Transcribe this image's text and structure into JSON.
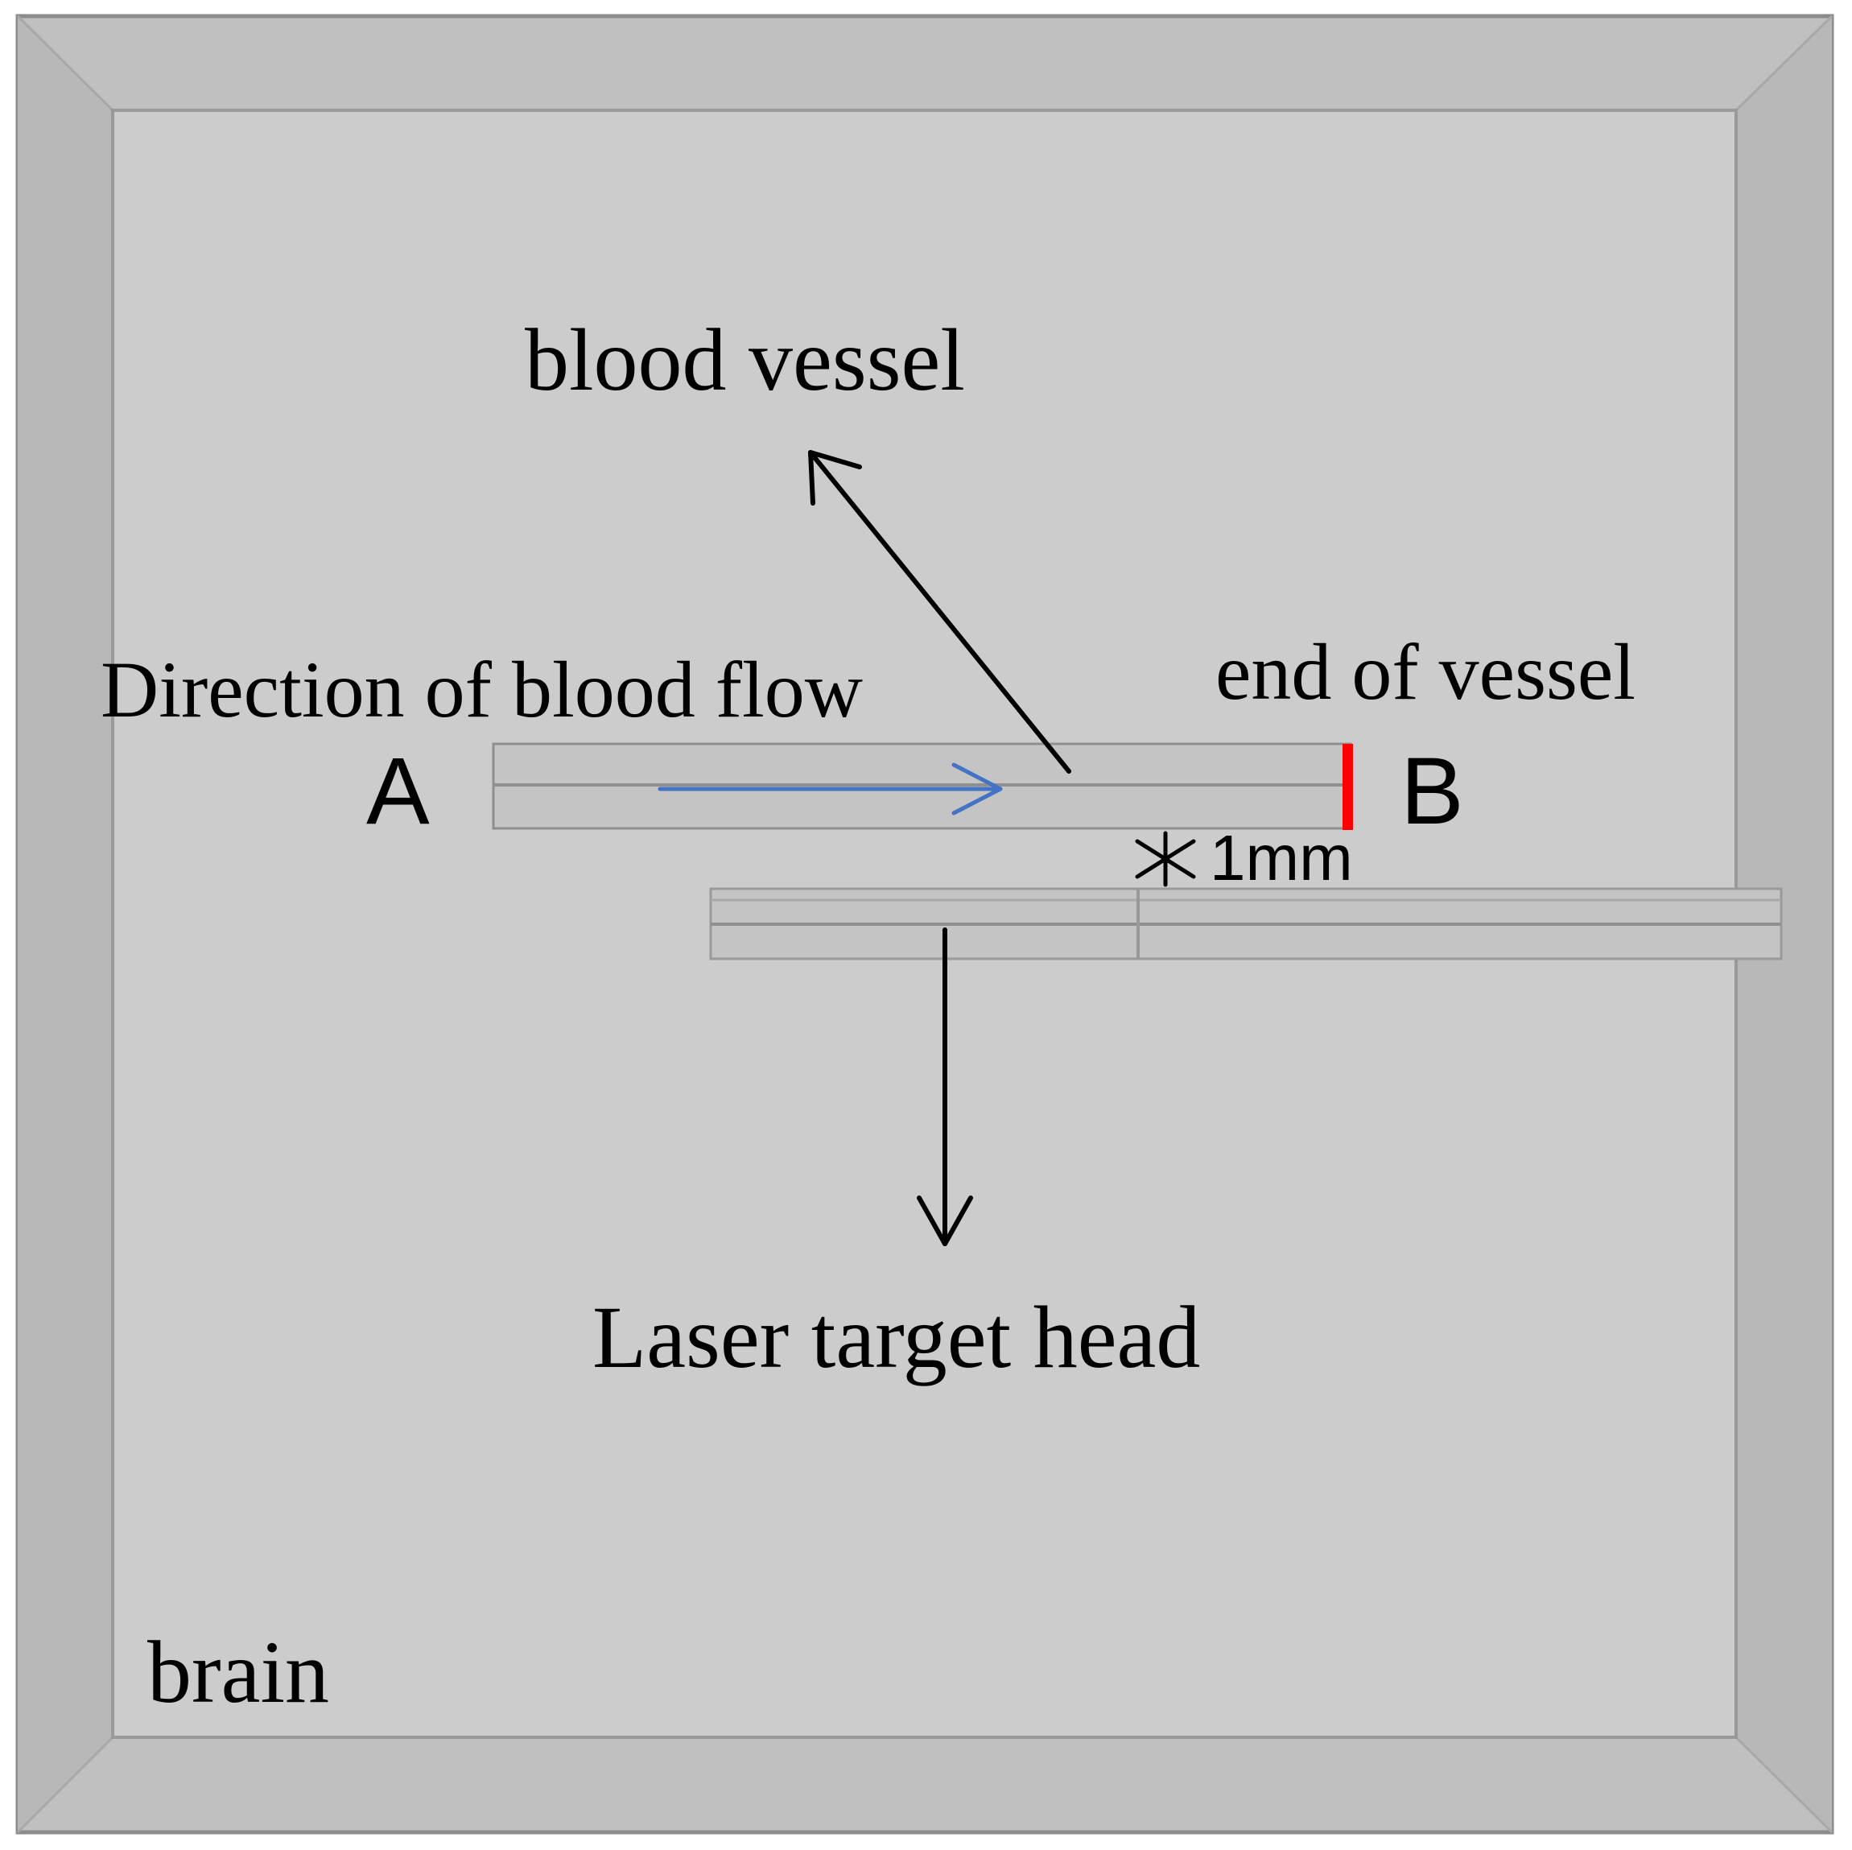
{
  "labels": {
    "blood_vessel": "blood vessel",
    "direction_of_flow": "Direction of blood flow",
    "end_of_vessel": "end of vessel",
    "point_a": "A",
    "point_b": "B",
    "gap": "1mm",
    "laser_head": "Laser target head",
    "brain": "brain"
  },
  "colors": {
    "frame_outer": "#c0c0c0",
    "frame_side": "#b8b8b8",
    "interior": "#cccccc",
    "tube_fill": "#c4c4c4",
    "tube_edge": "#8f8f8f",
    "flow_arrow": "#4472c4",
    "vessel_end": "#ff0000",
    "annotation": "#000000"
  }
}
